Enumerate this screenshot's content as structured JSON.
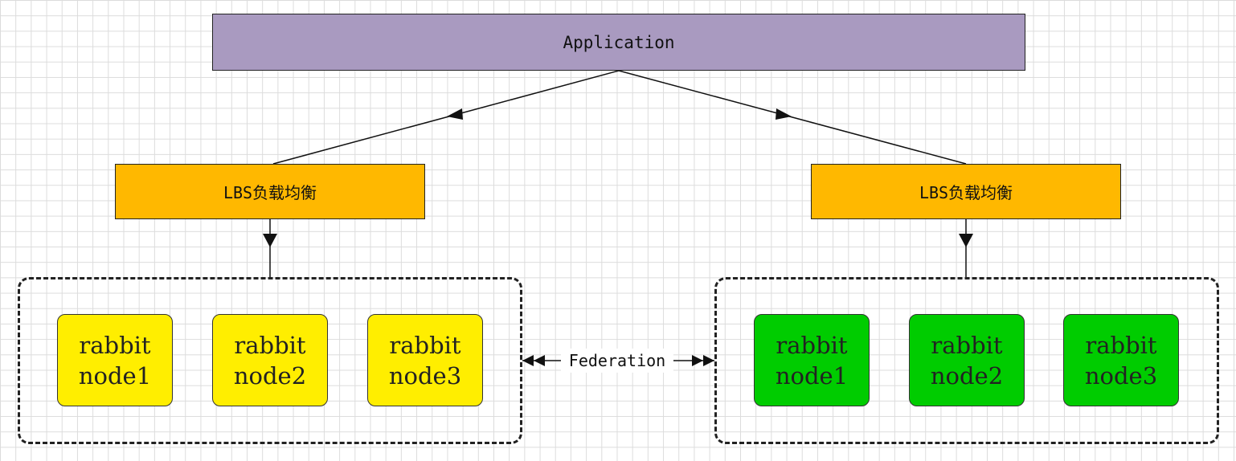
{
  "application": {
    "label": "Application"
  },
  "load_balancers": [
    {
      "label": "LBS负载均衡"
    },
    {
      "label": "LBS负载均衡"
    }
  ],
  "clusters": [
    {
      "color": "#ffee00",
      "nodes": [
        {
          "line1": "rabbit",
          "line2": "node1"
        },
        {
          "line1": "rabbit",
          "line2": "node2"
        },
        {
          "line1": "rabbit",
          "line2": "node3"
        }
      ]
    },
    {
      "color": "#00cc00",
      "nodes": [
        {
          "line1": "rabbit",
          "line2": "node1"
        },
        {
          "line1": "rabbit",
          "line2": "node2"
        },
        {
          "line1": "rabbit",
          "line2": "node3"
        }
      ]
    }
  ],
  "federation": {
    "label": "Federation"
  }
}
